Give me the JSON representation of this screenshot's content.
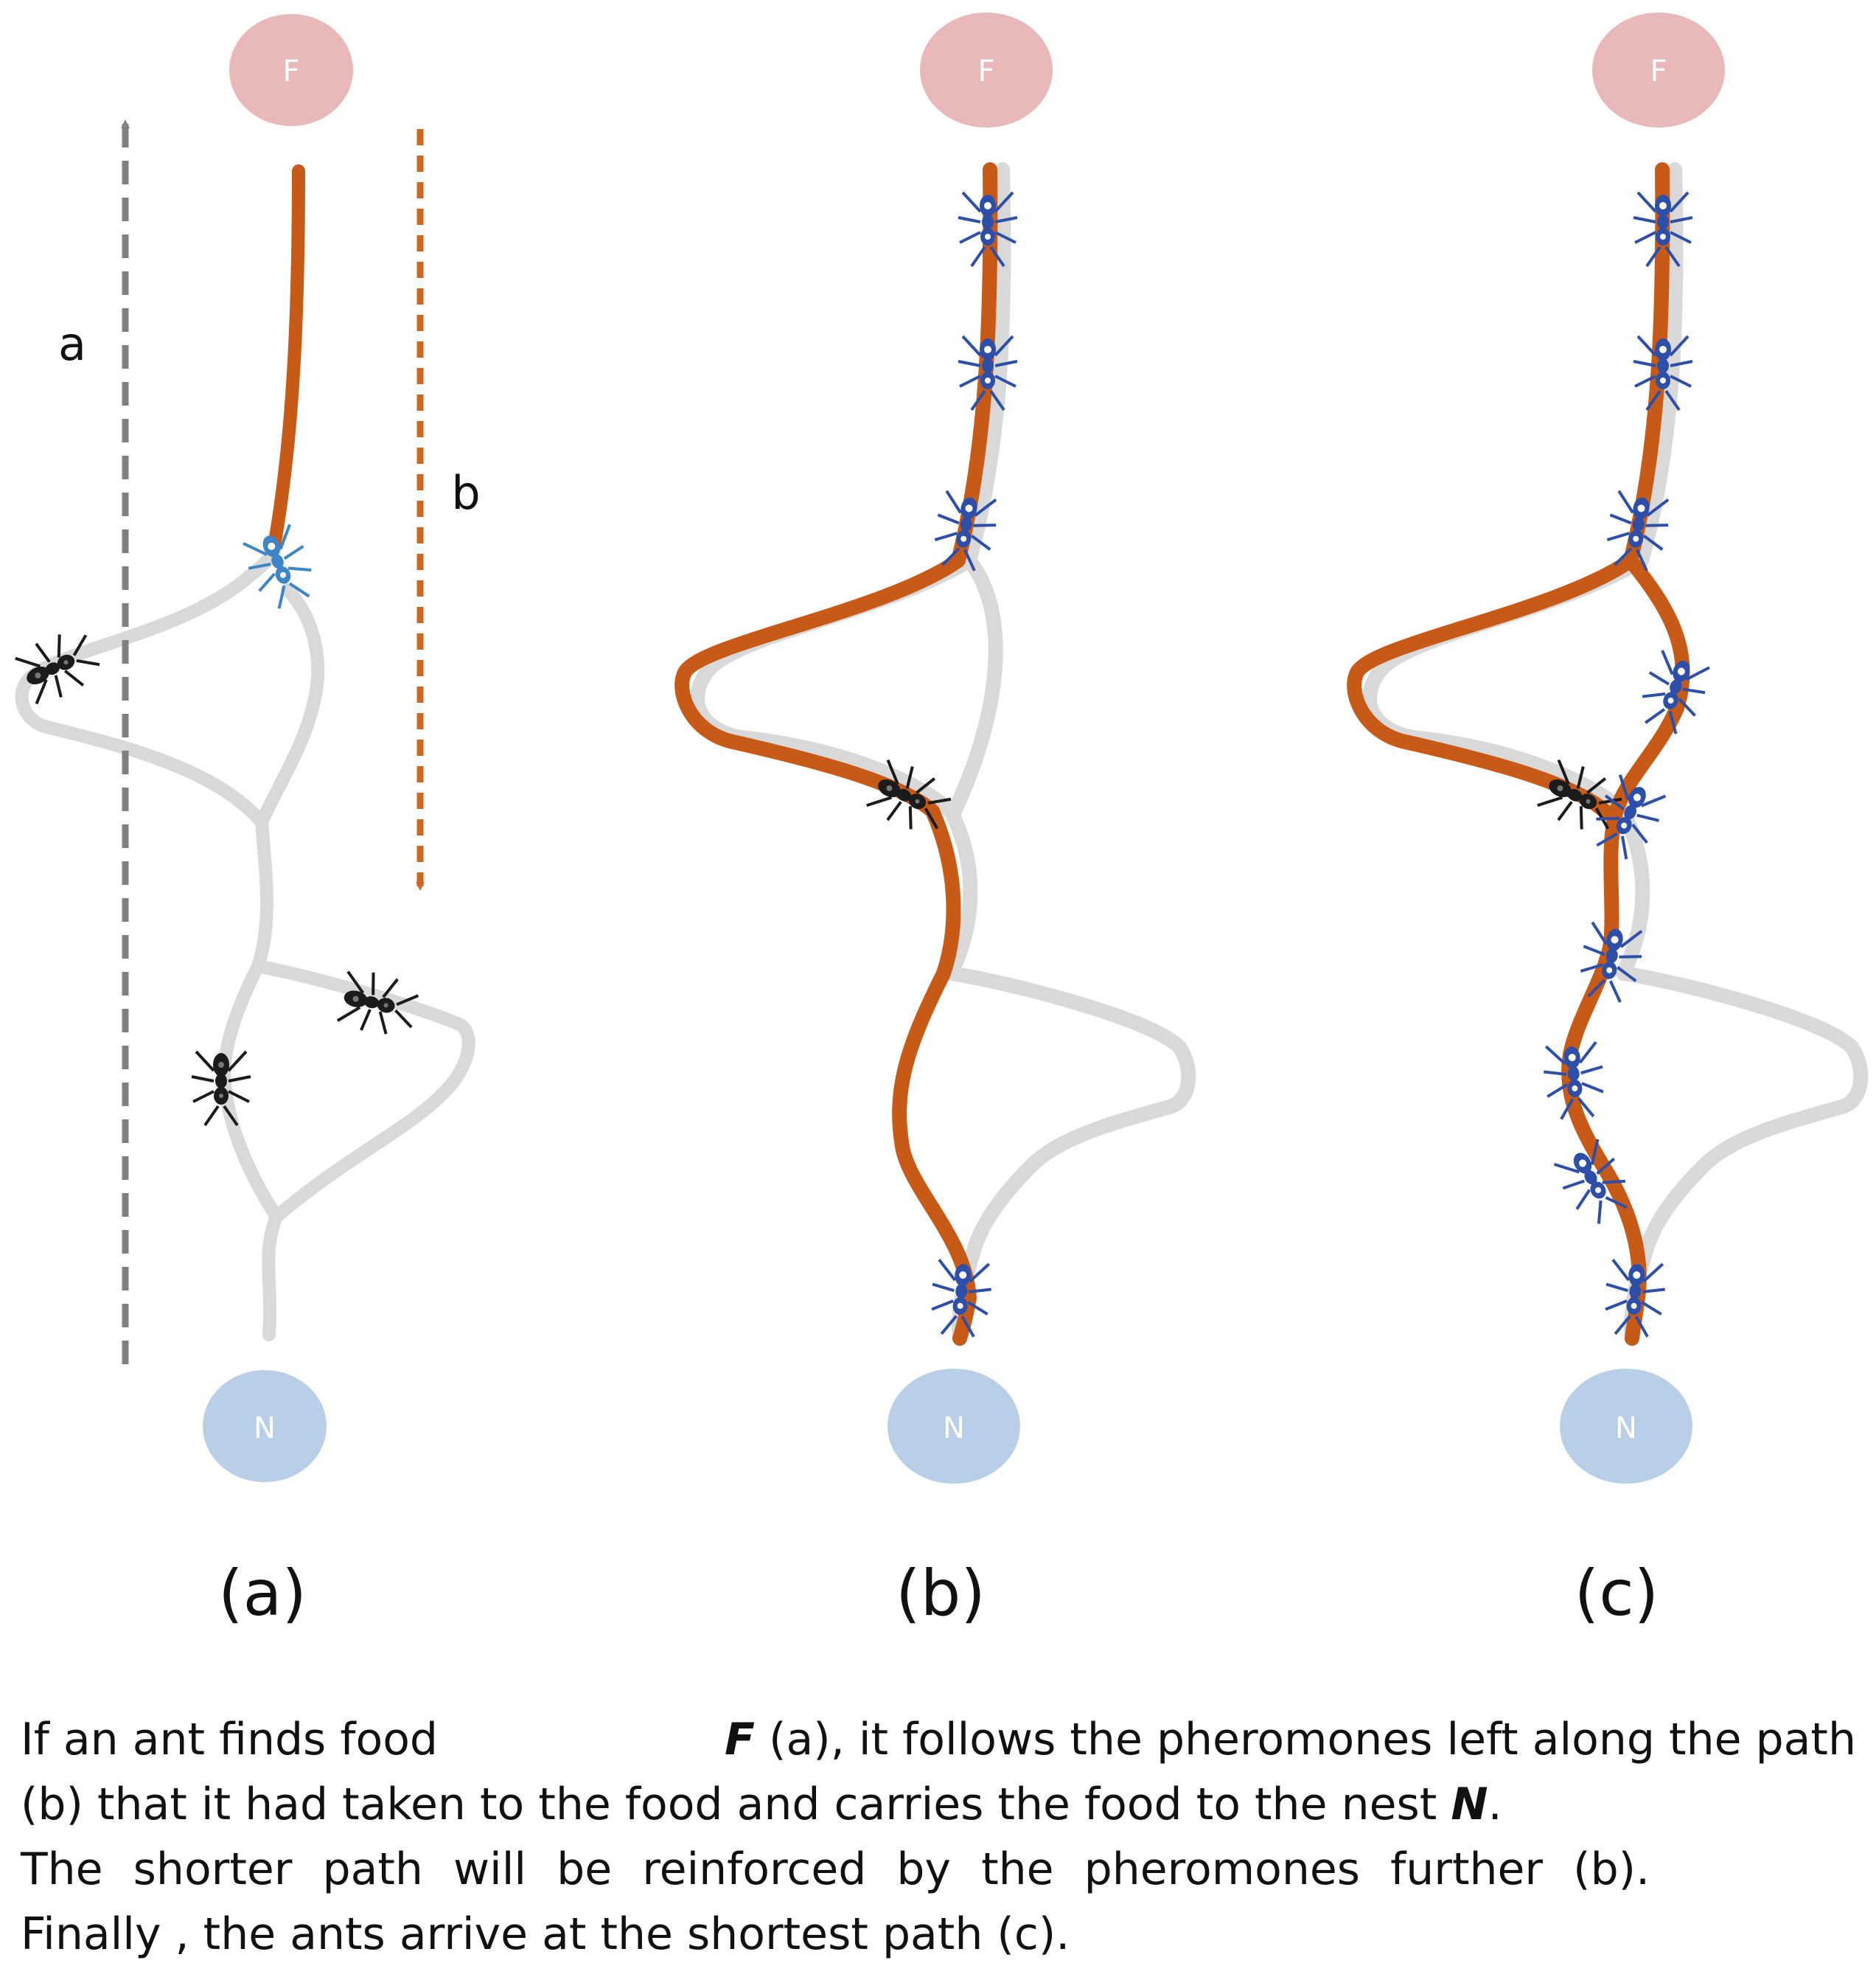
{
  "nodes": {
    "food": "F",
    "nest": "N"
  },
  "arrows": {
    "up": "a",
    "down": "b"
  },
  "panels": [
    "(a)",
    "(b)",
    "(c)"
  ],
  "caption": {
    "l1_pre": "If an ant finds food",
    "food_symbol": "F",
    "l1_post": "(a), it follows the pheromones left along the path",
    "l2_pre": "(b) that it had taken to the food and carries  the food to the nest",
    "nest_symbol": "N",
    "l2_post": ".",
    "l3": "The shorter path will be reinforced by the pheromones further (b).",
    "l4": "Finally , the ants arrive at the shortest path (c)."
  },
  "colors": {
    "food_node": "#e9b8b8",
    "nest_node": "#b9cfe8",
    "trail": "#d9d9d9",
    "pheromone": "#c85a17",
    "ant_exploring": "#1b1b1b",
    "ant_returning": "#2d4fa8",
    "arrow_up": "#808080",
    "arrow_down": "#d0661f"
  },
  "icons": {
    "ant": "ant-icon"
  }
}
